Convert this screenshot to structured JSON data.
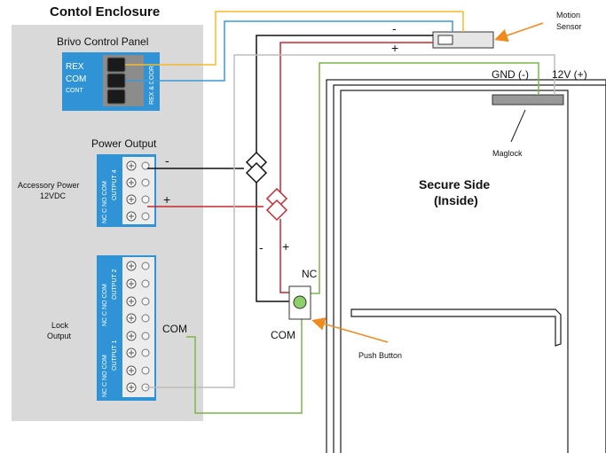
{
  "enclosure": {
    "title": "Contol Enclosure"
  },
  "panel": {
    "title": "Brivo Control Panel",
    "labels": [
      "REX",
      "COM",
      "CONT"
    ],
    "side_label": "REX & DOOR"
  },
  "power": {
    "title": "Power Output",
    "side_label_1": "Accessory Power",
    "side_label_2": "12VDC",
    "block_labels": [
      "NC",
      "C",
      "NO",
      "COM"
    ],
    "block_output": "OUTPUT 4",
    "minus": "-",
    "plus": "+"
  },
  "lock": {
    "side_label_1": "Lock",
    "side_label_2": "Output",
    "block_labels": [
      "NC",
      "C",
      "NO",
      "COM"
    ],
    "block_output_upper": "OUTPUT 2",
    "block_output_lower": "OUTPUT 1",
    "com_label": "COM"
  },
  "wiring": {
    "minus_top": "-",
    "plus_top": "+",
    "minus_mid": "-",
    "plus_mid": "+",
    "gnd": "GND (-)",
    "v12": "12V (+)"
  },
  "motion_sensor": {
    "line1": "Motion",
    "line2": "Sensor"
  },
  "maglock": {
    "label": "Maglock"
  },
  "push_button": {
    "nc": "NC",
    "com": "COM",
    "label": "Push Button"
  },
  "door": {
    "line1": "Secure Side",
    "line2": "(Inside)"
  },
  "colors": {
    "wire_yellow": "#f5b92b",
    "wire_blue": "#3d9ad6",
    "wire_black": "#111111",
    "wire_red": "#c8282f",
    "wire_gray": "#bdbdbd",
    "wire_green": "#7ab648",
    "arrow_orange": "#f08a1c",
    "terminal_blue": "#2f93d6",
    "enclosure_gray": "#d9d9d9"
  }
}
